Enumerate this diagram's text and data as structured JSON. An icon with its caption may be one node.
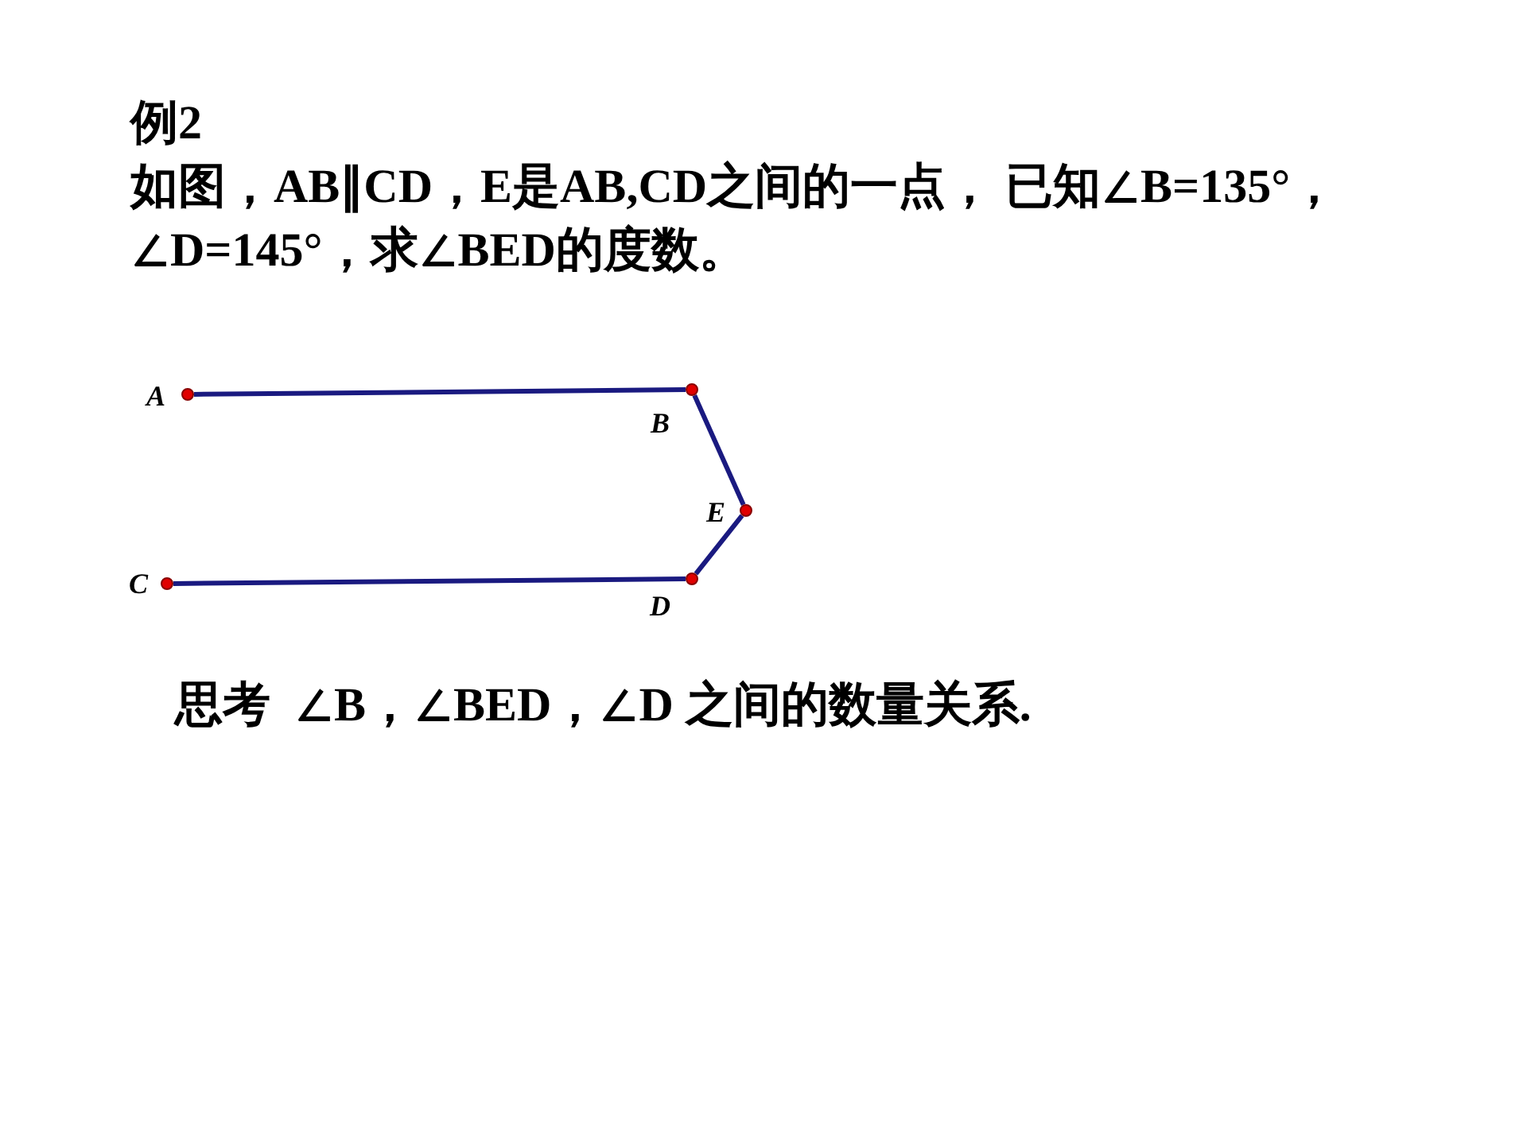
{
  "diagram": {
    "title": "例2",
    "nodes": [
      {
        "text": [
          "A"
        ]
      },
      {
        "text": [
          "B"
        ]
      },
      {
        "text": [
          "E"
        ]
      },
      {
        "text": [
          "D"
        ]
      },
      {
        "text": [
          "C"
        ]
      }
    ],
    "edges": [
      {
        "from": 0,
        "to": 1,
        "arrow": "none"
      },
      {
        "from": 1,
        "to": 2,
        "arrow": "none"
      },
      {
        "from": 2,
        "to": 3,
        "arrow": "none"
      },
      {
        "from": 3,
        "to": 4,
        "arrow": "none"
      }
    ],
    "labels": [
      "如图，AB∥CD，E是AB,CD之间的一点， 已知∠B=135°，∠D=145°，求∠BED的度数。",
      "思考  ∠B，∠BED，∠D 之间的数量关系."
    ]
  }
}
